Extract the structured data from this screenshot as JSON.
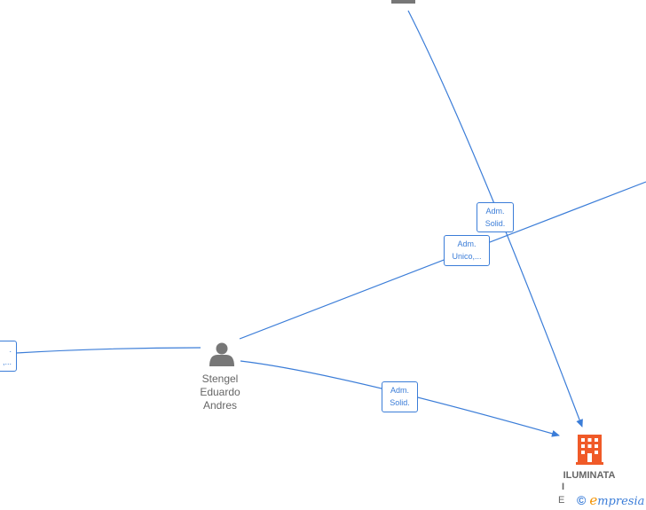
{
  "nodes": {
    "person_main": {
      "name_lines": [
        "Stengel",
        "Eduardo",
        "Andres"
      ],
      "icon": "person-icon"
    },
    "company_main": {
      "name_lines": [
        "ILUMINATA"
      ],
      "fragment_1": "I",
      "fragment_2": "E",
      "icon": "building-icon"
    },
    "person_top": {
      "icon": "person-icon"
    }
  },
  "edges": [
    {
      "id": "top_to_company",
      "label_lines": [
        "Adm.",
        "Solid."
      ]
    },
    {
      "id": "main_to_right",
      "label_lines": [
        "Adm.",
        "Unico,..."
      ]
    },
    {
      "id": "main_to_company",
      "label_lines": [
        "Adm.",
        "Solid."
      ]
    },
    {
      "id": "left_to_main",
      "label_lines": [
        ".",
        ",..."
      ]
    }
  ],
  "colors": {
    "edge": "#3b7dd8",
    "person_icon": "#777777",
    "company_icon": "#f05a28",
    "brand_e": "#f39200"
  },
  "footer": {
    "copyright_symbol": "©",
    "brand_initial": "e",
    "brand_rest": "mpresia"
  }
}
